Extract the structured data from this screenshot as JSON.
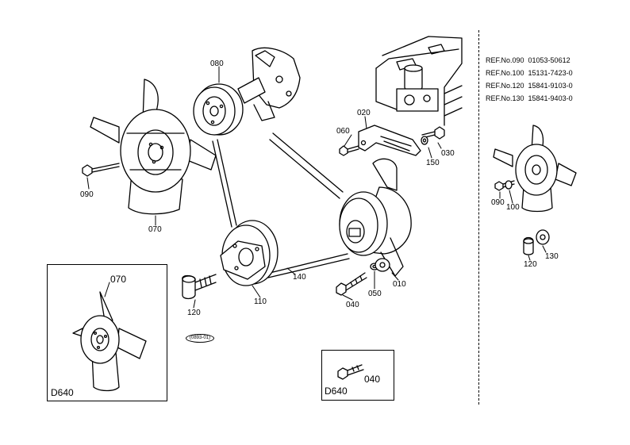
{
  "callouts": {
    "c080": "080",
    "c020": "020",
    "c060": "060",
    "c030": "030",
    "c150": "150",
    "c090": "090",
    "c070": "070",
    "c110": "110",
    "c120": "120",
    "c140": "140",
    "c040": "040",
    "c050": "050",
    "c010": "010",
    "r090": "090",
    "r100": "100",
    "r120": "120",
    "r130": "130"
  },
  "insets": {
    "fan": {
      "model": "D640",
      "part": "070"
    },
    "bolt": {
      "model": "D640",
      "part": "040"
    }
  },
  "stamp": "(0893-01)",
  "references": [
    {
      "label": "REF.No.090",
      "number": "01053-50612"
    },
    {
      "label": "REF.No.100",
      "number": "15131-7423-0"
    },
    {
      "label": "REF.No.120",
      "number": "15841-9103-0"
    },
    {
      "label": "REF.No.130",
      "number": "15841-9403-0"
    }
  ]
}
